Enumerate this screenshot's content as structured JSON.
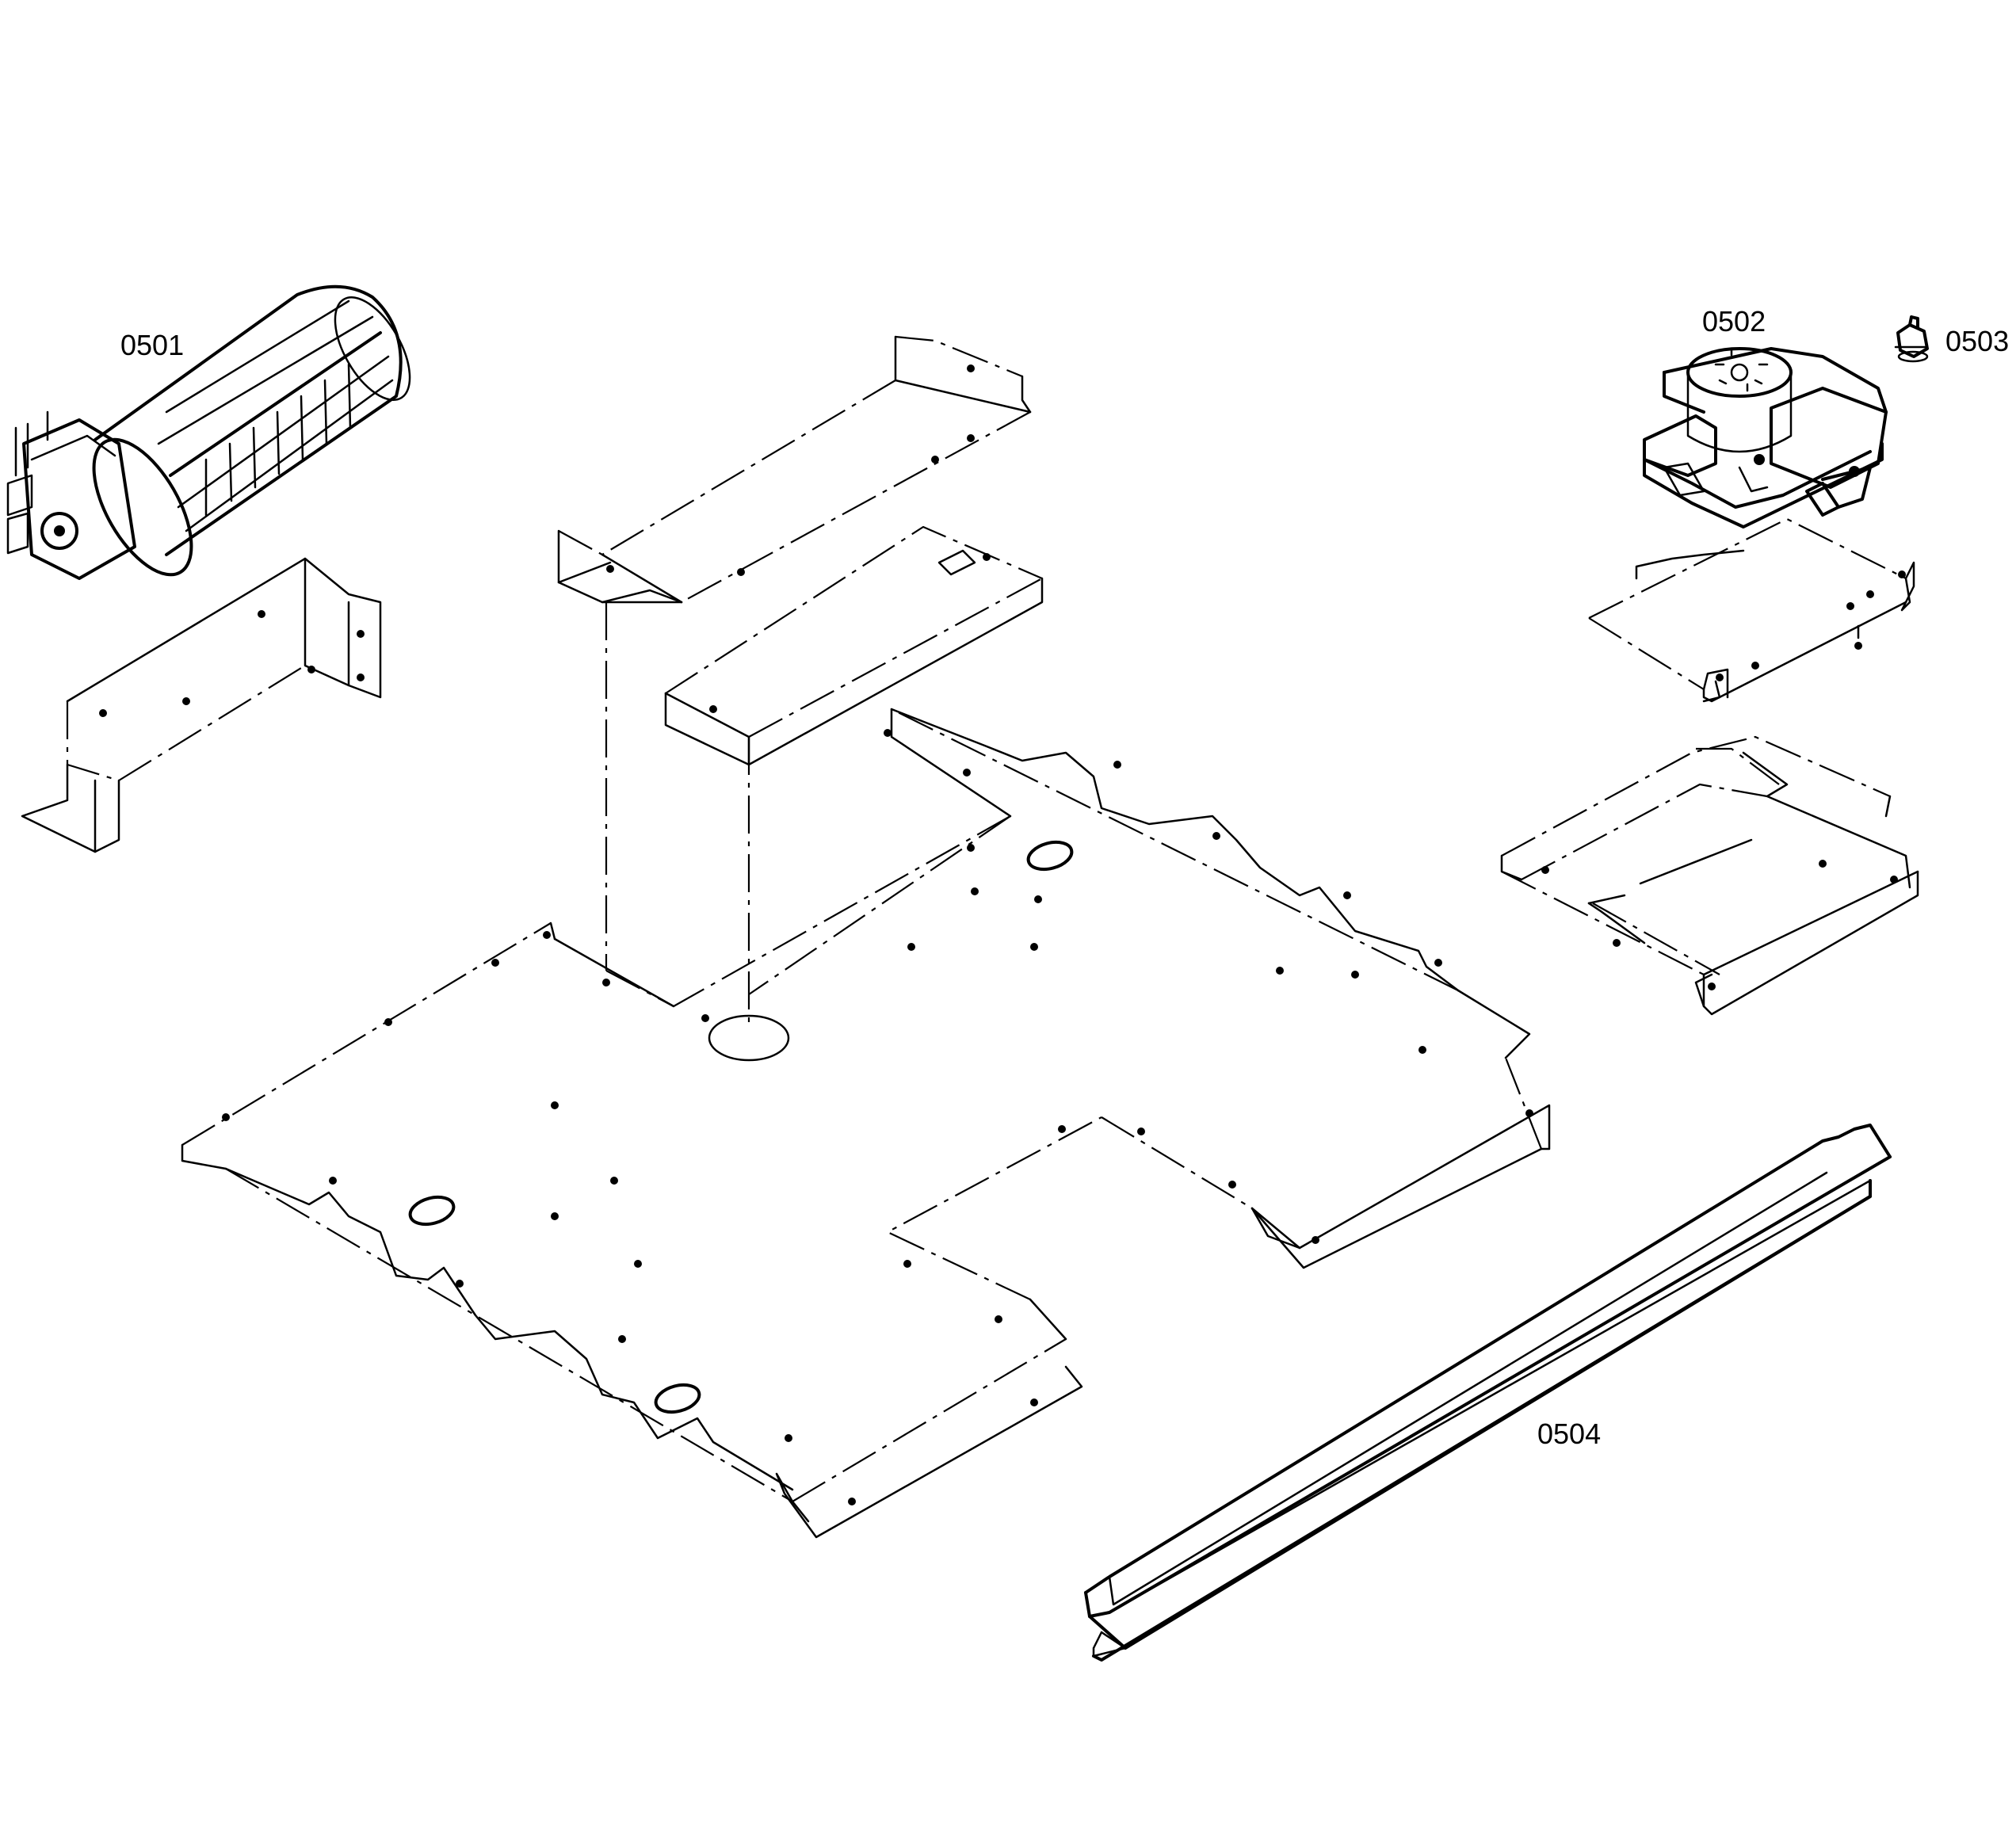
{
  "diagram": {
    "part_labels": {
      "fan_motor": "0501",
      "rotisserie_motor": "0502",
      "thermostat": "0503",
      "rail": "0504"
    }
  }
}
